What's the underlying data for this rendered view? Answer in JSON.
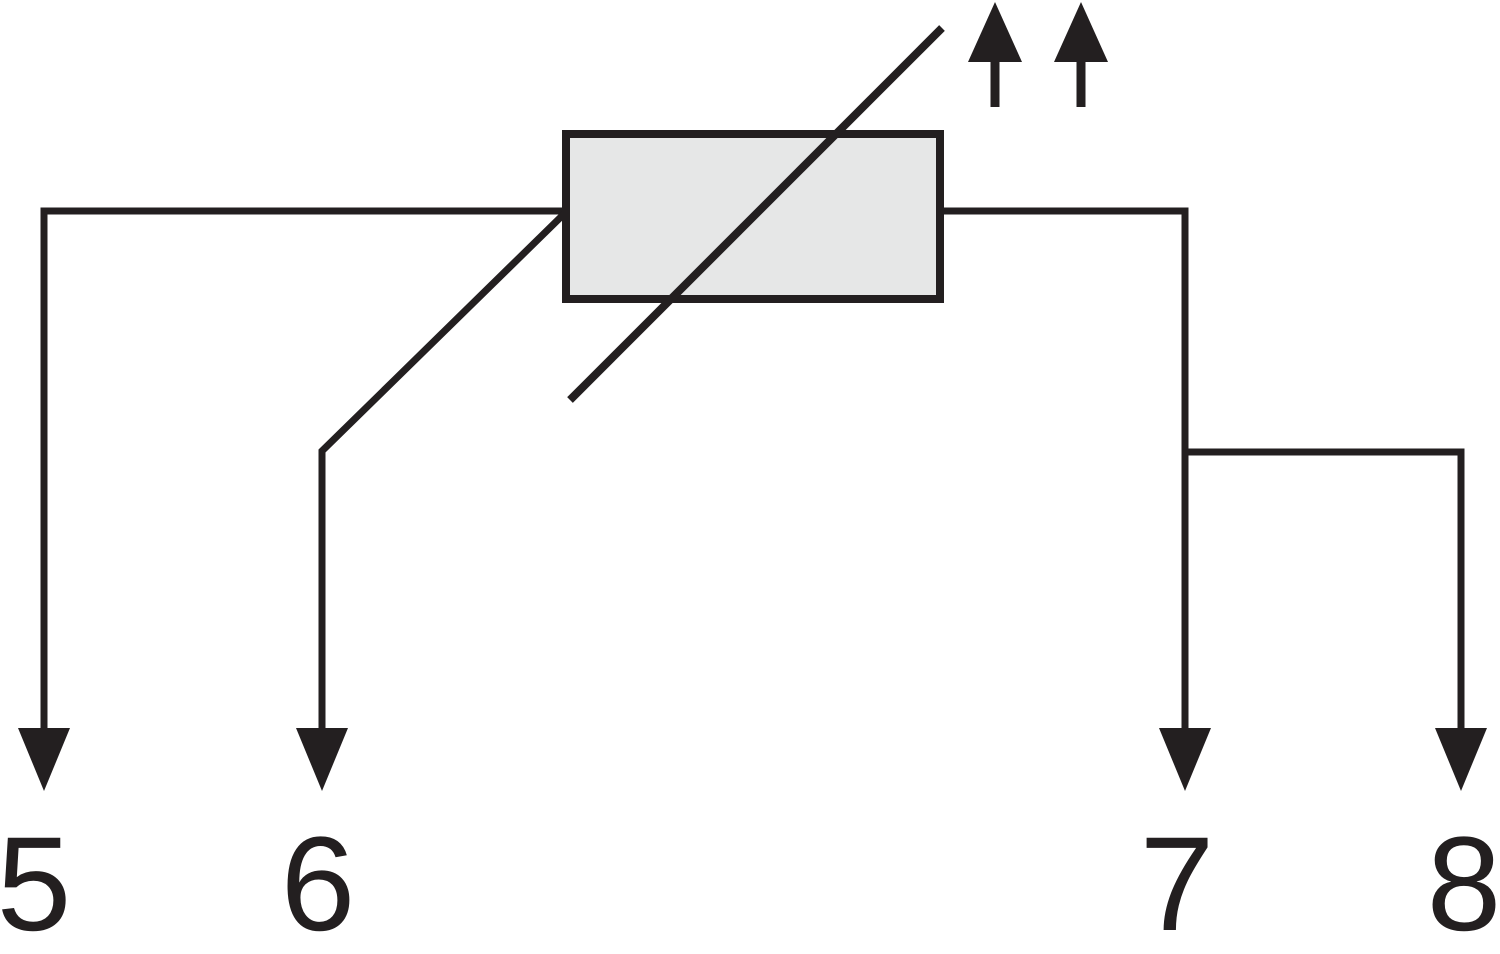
{
  "diagram": {
    "colors": {
      "line": "#231f20",
      "component_fill": "#e6e7e7",
      "background": "#ffffff"
    },
    "icons": {
      "emission_arrows": "light-emission-up-arrow-icon",
      "terminal_arrowheads": "terminal-down-arrowhead-icon"
    },
    "terminals": [
      {
        "label": "5"
      },
      {
        "label": "6"
      },
      {
        "label": "7"
      },
      {
        "label": "8"
      }
    ]
  }
}
